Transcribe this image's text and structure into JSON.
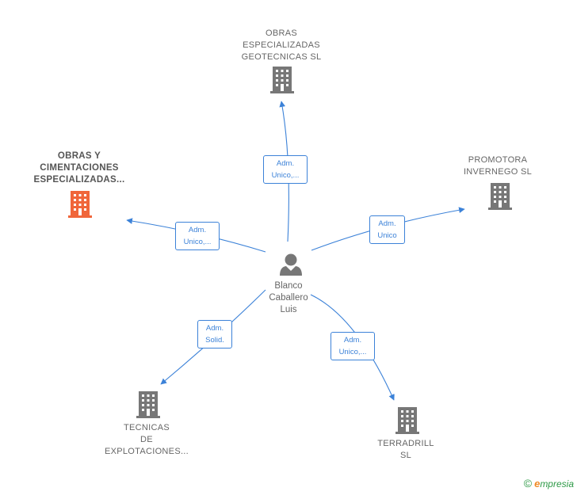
{
  "nodes": {
    "center": {
      "lines": [
        "Blanco",
        "Caballero",
        "Luis"
      ]
    },
    "obras_cimentaciones": {
      "lines": [
        "OBRAS Y",
        "CIMENTACIONES",
        "ESPECIALIZADAS..."
      ]
    },
    "obras_geotecnicas": {
      "lines": [
        "OBRAS",
        "ESPECIALIZADAS",
        "GEOTECNICAS SL"
      ]
    },
    "promotora": {
      "lines": [
        "PROMOTORA",
        "INVERNEGO SL"
      ]
    },
    "tecnicas": {
      "lines": [
        "TECNICAS",
        "DE",
        "EXPLOTACIONES..."
      ]
    },
    "terradrill": {
      "lines": [
        "TERRADRILL",
        "SL"
      ]
    }
  },
  "edges": {
    "to_geotecnicas": [
      "Adm.",
      "Unico,..."
    ],
    "to_cimentaciones": [
      "Adm.",
      "Unico,..."
    ],
    "to_promotora": [
      "Adm.",
      "Unico"
    ],
    "to_tecnicas": [
      "Adm.",
      "Solid."
    ],
    "to_terradrill": [
      "Adm.",
      "Unico,..."
    ]
  },
  "colors": {
    "edge": "#3c82d8",
    "building": "#777777",
    "building_main": "#f0663a",
    "person": "#777777"
  },
  "icons": {
    "building": "building-icon",
    "person": "person-icon"
  },
  "footer": {
    "copyright": "©",
    "brand_initial": "e",
    "brand_rest": "mpresia"
  }
}
